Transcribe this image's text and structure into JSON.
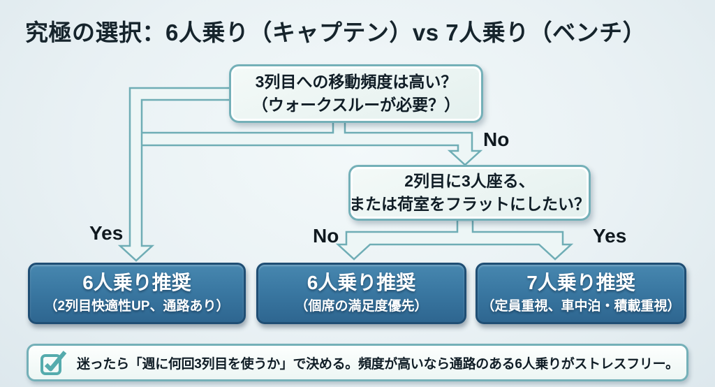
{
  "title": "究極の選択：6人乗り（キャプテン）vs 7人乗り（ベンチ）",
  "flowchart": {
    "decision1": {
      "line1": "3列目への移動頻度は高い？",
      "line2": "（ウォークスルーが必要？）"
    },
    "decision2": {
      "line1": "2列目に3人座る、",
      "line2": "または荷室をフラットにしたい？"
    },
    "labels": {
      "decision1_yes": "Yes",
      "decision1_no": "No",
      "decision2_no": "No",
      "decision2_yes": "Yes"
    },
    "results": [
      {
        "title": "6人乗り推奨",
        "subtitle": "（2列目快適性UP、通路あり）"
      },
      {
        "title": "6人乗り推奨",
        "subtitle": "（個席の満足度優先）"
      },
      {
        "title": "7人乗り推奨",
        "subtitle": "（定員重視、車中泊・積載重視）"
      }
    ]
  },
  "note": {
    "icon": "checkbox-check-icon",
    "text": "迷ったら「週に何回3列目を使うか」で決める。頻度が高いなら通路のある6人乗りがストレスフリー。"
  },
  "colors": {
    "background": "#e9f1f4",
    "teal_border": "#74b0b8",
    "connector_fill": "#edf6f6",
    "connector_stroke": "#6fadb5",
    "result_fill": "#3a78a2",
    "result_border": "#1f4e74",
    "text_dark": "#101d26",
    "text_light": "#ffffff",
    "check_teal": "#55abad"
  }
}
